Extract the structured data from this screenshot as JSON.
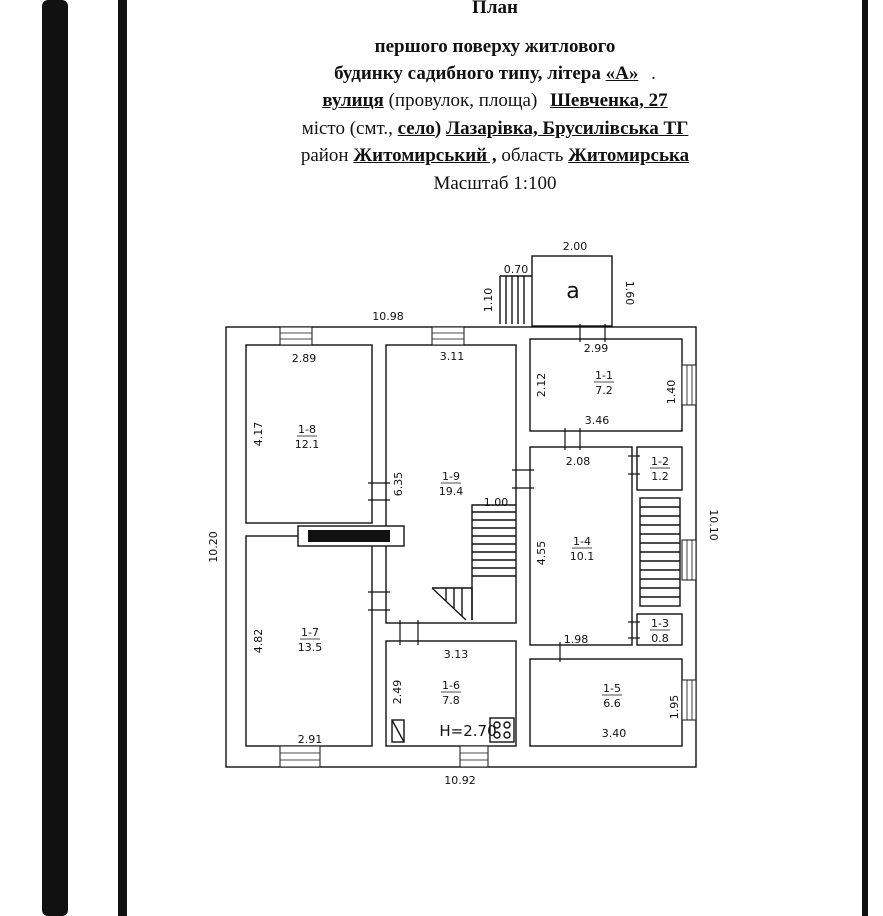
{
  "header": {
    "title": "План",
    "line1": "першого поверху житлового",
    "line2_prefix": "будинку садибного типу, літера",
    "line2_letter": "«А»",
    "line2_suffix": ".",
    "street_word": "вулиця",
    "street_rest": " (провулок, площа)",
    "street_value": "Шевченка, 27",
    "city_prefix": "місто (смт., ",
    "city_selected": "село",
    "city_close": ")",
    "city_value": "Лазарівка, Брусилівська ТГ",
    "district_word": "район",
    "district_value": "Житомирський ,",
    "region_word": "область",
    "region_value": "Житомирська",
    "scale": "Масштаб 1:100"
  },
  "plan": {
    "porch_label": "а",
    "height_label": "H=2.70",
    "dimensions": {
      "porch_width": "2.00",
      "porch_depth": "1.60",
      "step_width": "0.70",
      "step_depth": "1.10",
      "top_overall": "10.98",
      "bottom_overall": "10.92",
      "left_overall": "10.20",
      "right_overall": "10.10",
      "r18_width": "2.89",
      "r18_depth": "4.17",
      "r19_width": "3.11",
      "r19_depth": "6.35",
      "r19_stair": "1.00",
      "r11_width_top": "2.99",
      "r11_width_bottom": "3.46",
      "r11_depth_left": "2.12",
      "r11_depth_right": "1.40",
      "r14_width_top": "2.08",
      "r14_width_bottom": "1.98",
      "r14_depth": "4.55",
      "r17_width": "2.91",
      "r17_depth": "4.82",
      "r16_width": "3.13",
      "r16_depth": "2.49",
      "r15_width": "3.40",
      "r15_depth": "1.95"
    },
    "rooms": [
      {
        "id": "1-8",
        "area": "12.1"
      },
      {
        "id": "1-9",
        "area": "19.4"
      },
      {
        "id": "1-1",
        "area": "7.2"
      },
      {
        "id": "1-2",
        "area": "1.2"
      },
      {
        "id": "1-4",
        "area": "10.1"
      },
      {
        "id": "1-3",
        "area": "0.8"
      },
      {
        "id": "1-7",
        "area": "13.5"
      },
      {
        "id": "1-6",
        "area": "7.8"
      },
      {
        "id": "1-5",
        "area": "6.6"
      }
    ]
  },
  "colors": {
    "ink": "#111111",
    "paper": "#ffffff"
  }
}
